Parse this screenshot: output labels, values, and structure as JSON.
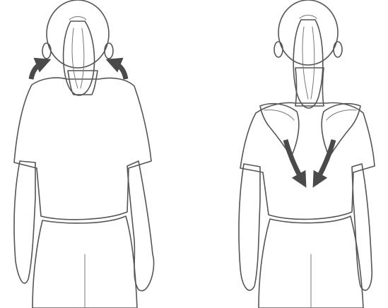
{
  "figures": [
    {
      "name": "figure-shoulders-raised",
      "arrow_direction": "up"
    },
    {
      "name": "figure-shoulder-blades-lowered",
      "arrow_direction": "down"
    }
  ],
  "colors": {
    "background": "#ffffff",
    "shirt": "#efefef",
    "skin": "#f6f6f6",
    "hair": "#f2f2f2",
    "outline": "#555555",
    "arrow": "#4a4a4a",
    "bone": "#e4e4e4"
  }
}
